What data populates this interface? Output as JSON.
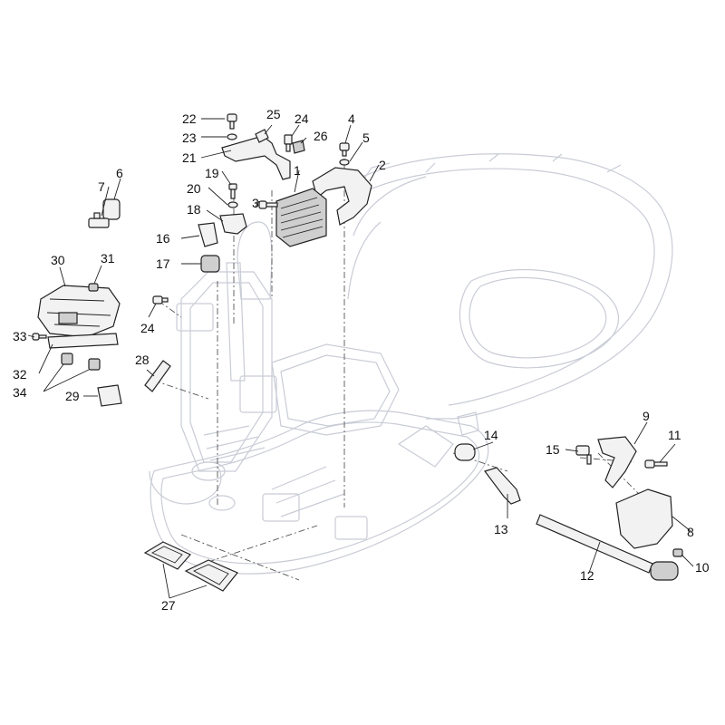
{
  "callouts": [
    {
      "id": "c22",
      "text": "22"
    },
    {
      "id": "c23",
      "text": "23"
    },
    {
      "id": "c21",
      "text": "21"
    },
    {
      "id": "c25",
      "text": "25"
    },
    {
      "id": "c24a",
      "text": "24"
    },
    {
      "id": "c26",
      "text": "26"
    },
    {
      "id": "c4",
      "text": "4"
    },
    {
      "id": "c5",
      "text": "5"
    },
    {
      "id": "c2",
      "text": "2"
    },
    {
      "id": "c1",
      "text": "1"
    },
    {
      "id": "c3",
      "text": "3"
    },
    {
      "id": "c19",
      "text": "19"
    },
    {
      "id": "c20",
      "text": "20"
    },
    {
      "id": "c18",
      "text": "18"
    },
    {
      "id": "c16",
      "text": "16"
    },
    {
      "id": "c17",
      "text": "17"
    },
    {
      "id": "c6",
      "text": "6"
    },
    {
      "id": "c7",
      "text": "7"
    },
    {
      "id": "c30",
      "text": "30"
    },
    {
      "id": "c31",
      "text": "31"
    },
    {
      "id": "c24b",
      "text": "24"
    },
    {
      "id": "c33",
      "text": "33"
    },
    {
      "id": "c32",
      "text": "32"
    },
    {
      "id": "c34",
      "text": "34"
    },
    {
      "id": "c28",
      "text": "28"
    },
    {
      "id": "c29",
      "text": "29"
    },
    {
      "id": "c14",
      "text": "14"
    },
    {
      "id": "c13",
      "text": "13"
    },
    {
      "id": "c9",
      "text": "9"
    },
    {
      "id": "c11",
      "text": "11"
    },
    {
      "id": "c15",
      "text": "15"
    },
    {
      "id": "c8",
      "text": "8"
    },
    {
      "id": "c10",
      "text": "10"
    },
    {
      "id": "c12",
      "text": "12"
    },
    {
      "id": "c27",
      "text": "27"
    }
  ]
}
